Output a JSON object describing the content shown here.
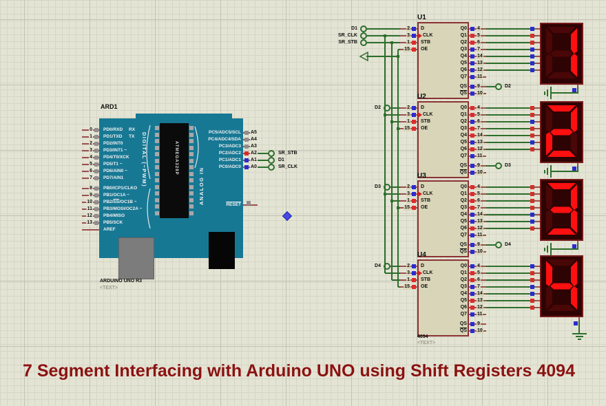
{
  "title": "7 Segment Interfacing with Arduino UNO using Shift Registers 4094",
  "colors": {
    "wire": "#2c6e2c",
    "stub": "#9c4f4f",
    "high": "#df2b2b",
    "low": "#2b2bd0",
    "nc": "#8f8f8f",
    "board": "#177894",
    "body": "#d8d5b8",
    "body_border": "#8b3232",
    "disp_bg": "#2e0303",
    "disp_border": "#771b1b",
    "seg_on": "#ff0f0f",
    "seg_off": "#4a0707",
    "title": "#8b1212"
  },
  "arduino": {
    "ref": "ARD1",
    "board_label": "ARDUINO UNO R3",
    "text_placeholder": "<TEXT>",
    "chip_label": "ATMEGA328P",
    "digital_banner": "DIGITAL (~PWM)",
    "analog_banner": "ANALOG IN",
    "rx_label": "RX",
    "tx_label": "TX",
    "aref_label": "AREF",
    "reset_label": "RESET",
    "digital_pins": [
      {
        "num": "0",
        "label": "PD0/RXD"
      },
      {
        "num": "1",
        "label": "PD1/TXD"
      },
      {
        "num": "2",
        "label": "PD2/INT0"
      },
      {
        "num": "3",
        "label": "PD3/INT1 ~"
      },
      {
        "num": "4",
        "label": "PD4/T0/XCK"
      },
      {
        "num": "5",
        "label": "PD5/T1 ~"
      },
      {
        "num": "6",
        "label": "PD6/AIN0 ~"
      },
      {
        "num": "7",
        "label": "PD7/AIN1"
      },
      {
        "num": "8",
        "label": "PB0/ICP1/CLKO"
      },
      {
        "num": "9",
        "label": "PB1/OC1A ~"
      },
      {
        "num": "10",
        "label": "PB2/{SS}/OC1B ~"
      },
      {
        "num": "11",
        "label": "PB3/MOSI/OC2A ~"
      },
      {
        "num": "12",
        "label": "PB4/MISO"
      },
      {
        "num": "13",
        "label": "PB5/SCK"
      }
    ],
    "analog_pins": [
      {
        "name": "A5",
        "label": "PC5/ADC5/SCL",
        "state": "nc"
      },
      {
        "name": "A4",
        "label": "PC4/ADC4/SDA",
        "state": "nc"
      },
      {
        "name": "A3",
        "label": "PC3/ADC3",
        "state": "nc"
      },
      {
        "name": "A2",
        "label": "PC2/ADC2",
        "state": "high",
        "wire_to": "SR_STB"
      },
      {
        "name": "A1",
        "label": "PC1/ADC1",
        "state": "low",
        "wire_to": "D1"
      },
      {
        "name": "A0",
        "label": "PC0/ADC0",
        "state": "low",
        "wire_to": "SR_CLK"
      }
    ]
  },
  "registers": [
    {
      "ref": "U1",
      "part": "4094",
      "cascade_out": "D2",
      "input_terminals": [
        "D1",
        "SR_CLK",
        "SR_STB"
      ],
      "left_pins": [
        {
          "num": "2",
          "name": "D",
          "state": "low"
        },
        {
          "num": "3",
          "name": "CLK",
          "state": "low"
        },
        {
          "num": "1",
          "name": "STB",
          "state": "high"
        },
        {
          "num": "15",
          "name": "OE",
          "state": "high"
        }
      ],
      "right_pins": [
        {
          "num": "4",
          "name": "Q0",
          "state": "low"
        },
        {
          "num": "5",
          "name": "Q1",
          "state": "high"
        },
        {
          "num": "6",
          "name": "Q2",
          "state": "high"
        },
        {
          "num": "7",
          "name": "Q3",
          "state": "low"
        },
        {
          "num": "14",
          "name": "Q4",
          "state": "low"
        },
        {
          "num": "13",
          "name": "Q5",
          "state": "low"
        },
        {
          "num": "12",
          "name": "Q6",
          "state": "low"
        },
        {
          "num": "11",
          "name": "Q7",
          "state": "low"
        }
      ],
      "serial_pins": [
        {
          "num": "9",
          "name": "QS",
          "state": "low",
          "overline": false
        },
        {
          "num": "10",
          "name": "QS",
          "state": "low",
          "overline": true
        }
      ]
    },
    {
      "ref": "U2",
      "part": "4094",
      "cascade_out": "D3",
      "input_terminals": [
        "D2"
      ],
      "left_pins": [
        {
          "num": "2",
          "name": "D",
          "state": "low"
        },
        {
          "num": "3",
          "name": "CLK",
          "state": "low"
        },
        {
          "num": "1",
          "name": "STB",
          "state": "high"
        },
        {
          "num": "15",
          "name": "OE",
          "state": "high"
        }
      ],
      "right_pins": [
        {
          "num": "4",
          "name": "Q0",
          "state": "high"
        },
        {
          "num": "5",
          "name": "Q1",
          "state": "high"
        },
        {
          "num": "6",
          "name": "Q2",
          "state": "low"
        },
        {
          "num": "7",
          "name": "Q3",
          "state": "high"
        },
        {
          "num": "14",
          "name": "Q4",
          "state": "high"
        },
        {
          "num": "13",
          "name": "Q5",
          "state": "low"
        },
        {
          "num": "12",
          "name": "Q6",
          "state": "high"
        },
        {
          "num": "11",
          "name": "Q7",
          "state": "low"
        }
      ],
      "serial_pins": [
        {
          "num": "9",
          "name": "QS",
          "state": "low",
          "overline": false
        },
        {
          "num": "10",
          "name": "QS",
          "state": "low",
          "overline": true
        }
      ]
    },
    {
      "ref": "U3",
      "part": "4094",
      "cascade_out": "D4",
      "input_terminals": [
        "D3"
      ],
      "left_pins": [
        {
          "num": "2",
          "name": "D",
          "state": "low"
        },
        {
          "num": "3",
          "name": "CLK",
          "state": "low"
        },
        {
          "num": "1",
          "name": "STB",
          "state": "high"
        },
        {
          "num": "15",
          "name": "OE",
          "state": "high"
        }
      ],
      "right_pins": [
        {
          "num": "4",
          "name": "Q0",
          "state": "high"
        },
        {
          "num": "5",
          "name": "Q1",
          "state": "high"
        },
        {
          "num": "6",
          "name": "Q2",
          "state": "high"
        },
        {
          "num": "7",
          "name": "Q3",
          "state": "high"
        },
        {
          "num": "14",
          "name": "Q4",
          "state": "low"
        },
        {
          "num": "13",
          "name": "Q5",
          "state": "low"
        },
        {
          "num": "12",
          "name": "Q6",
          "state": "high"
        },
        {
          "num": "11",
          "name": "Q7",
          "state": "low"
        }
      ],
      "serial_pins": [
        {
          "num": "9",
          "name": "QS",
          "state": "low",
          "overline": false
        },
        {
          "num": "10",
          "name": "QS",
          "state": "low",
          "overline": true
        }
      ]
    },
    {
      "ref": "U4",
      "part": "4094",
      "cascade_out": null,
      "input_terminals": [
        "D4"
      ],
      "part_label_visible": "4094",
      "text_placeholder": "<TEXT>",
      "left_pins": [
        {
          "num": "2",
          "name": "D",
          "state": "low"
        },
        {
          "num": "3",
          "name": "CLK",
          "state": "low"
        },
        {
          "num": "1",
          "name": "STB",
          "state": "high"
        },
        {
          "num": "15",
          "name": "OE",
          "state": "high"
        }
      ],
      "right_pins": [
        {
          "num": "4",
          "name": "Q0",
          "state": "low"
        },
        {
          "num": "5",
          "name": "Q1",
          "state": "high"
        },
        {
          "num": "6",
          "name": "Q2",
          "state": "high"
        },
        {
          "num": "7",
          "name": "Q3",
          "state": "low"
        },
        {
          "num": "14",
          "name": "Q4",
          "state": "low"
        },
        {
          "num": "13",
          "name": "Q5",
          "state": "high"
        },
        {
          "num": "12",
          "name": "Q6",
          "state": "high"
        },
        {
          "num": "11",
          "name": "Q7",
          "state": "low"
        }
      ],
      "serial_pins": [
        {
          "num": "9",
          "name": "QS",
          "state": "low",
          "overline": false
        },
        {
          "num": "10",
          "name": "QS",
          "state": "low",
          "overline": true
        }
      ]
    }
  ],
  "displays": [
    {
      "digit": "1",
      "segments": [
        "b",
        "c"
      ]
    },
    {
      "digit": "2",
      "segments": [
        "a",
        "b",
        "d",
        "e",
        "g"
      ]
    },
    {
      "digit": "3",
      "segments": [
        "a",
        "b",
        "c",
        "d",
        "g"
      ]
    },
    {
      "digit": "4",
      "segments": [
        "b",
        "c",
        "f",
        "g"
      ]
    }
  ]
}
